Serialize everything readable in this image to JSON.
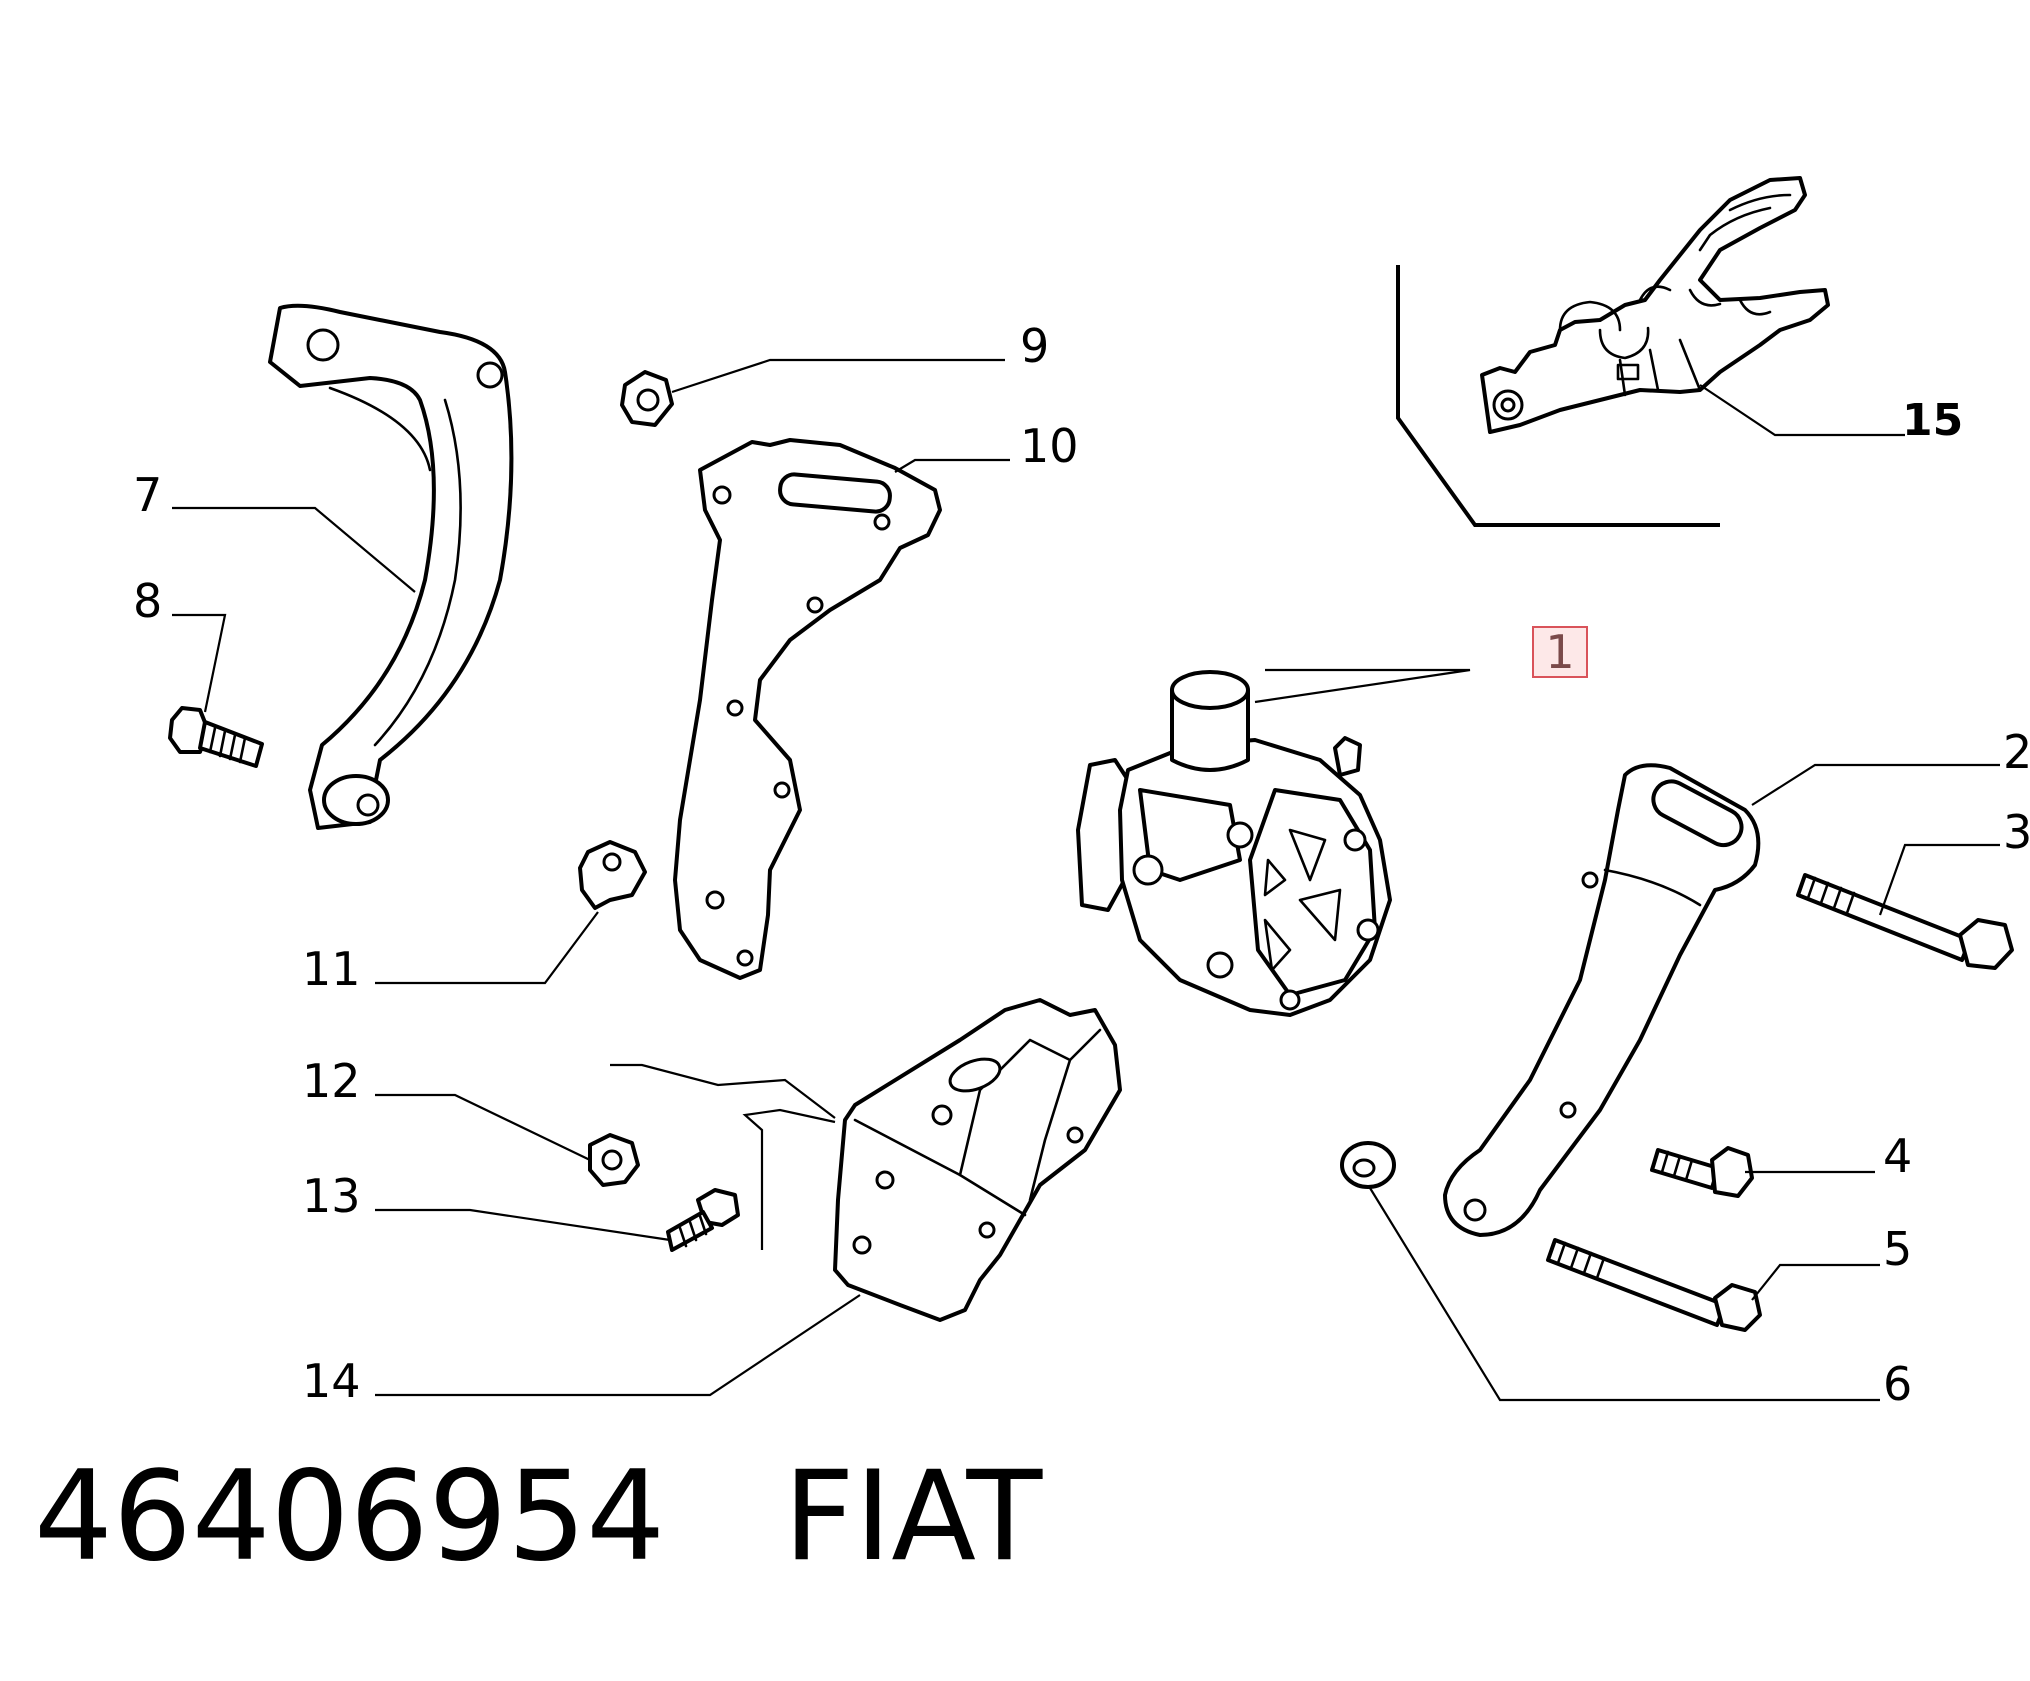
{
  "callouts": {
    "c1": "1",
    "c2": "2",
    "c3": "3",
    "c4": "4",
    "c5": "5",
    "c6": "6",
    "c7": "7",
    "c8": "8",
    "c9": "9",
    "c10": "10",
    "c11": "11",
    "c12": "12",
    "c13": "13",
    "c14": "14",
    "c15": "15"
  },
  "highlight": {
    "callout": "1",
    "color": "#d9535a"
  },
  "footer": {
    "part_number": "46406954",
    "brand": "FIAT"
  }
}
